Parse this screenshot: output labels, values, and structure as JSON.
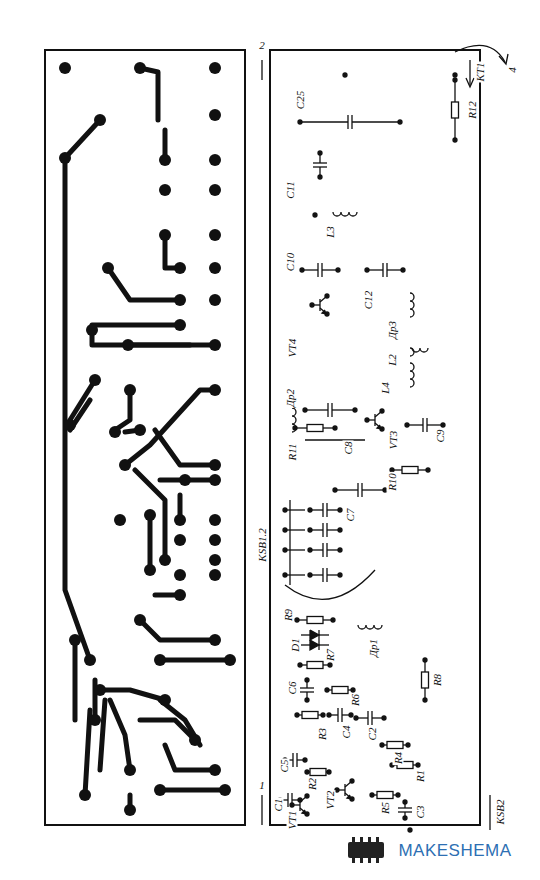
{
  "diagram": {
    "labels": [
      "2",
      "KT1",
      "4",
      "C25",
      "R12",
      "C11",
      "L3",
      "C10",
      "C12",
      "VT4",
      "Дp3",
      "L4",
      "L2",
      "Дp2",
      "R11",
      "C8",
      "VT3",
      "R10",
      "C9",
      "C7",
      "KSB1.2",
      "R9",
      "D1",
      "Дp1",
      "C6",
      "R7",
      "R6",
      "R8",
      "C5",
      "R3",
      "C4",
      "C2",
      "R2",
      "VT2",
      "R4",
      "R1",
      "C1",
      "VT1",
      "R5",
      "C3",
      "1",
      "KSB2",
      "MAKESHEMA"
    ]
  }
}
